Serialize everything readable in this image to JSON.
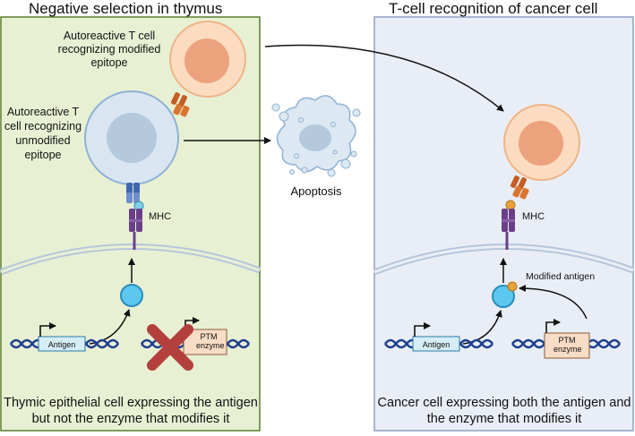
{
  "left_panel": {
    "title": "Negative selection in thymus",
    "cell_modified": "Autoreactive T cell recognizing modified epitope",
    "cell_unmodified": "Autoreactive T cell recognizing unmodified epitope",
    "mhc": "MHC",
    "antigen_box": "Antigen",
    "ptm_box": "PTM enzyme",
    "caption": "Thymic epithelial cell expressing the antigen but not the enzyme that modifies it"
  },
  "middle": {
    "apoptosis": "Apoptosis"
  },
  "right_panel": {
    "title": "T-cell recognition of cancer cell",
    "mhc": "MHC",
    "modified_antigen": "Modified antigen",
    "antigen_box": "Antigen",
    "ptm_box": "PTM enzyme",
    "caption": "Cancer cell expressing both the antigen and the enzyme that modifies it"
  },
  "colors": {
    "left_bg": "#e8f0d4",
    "left_border": "#5a7d2c",
    "right_bg": "#e9eef6",
    "right_border": "#8d9fbf",
    "tcell_orange": "#f7c9a4",
    "tcell_blue": "#c9dbea",
    "mhc_purple": "#6b3f88",
    "dna_blue": "#1f3f8e",
    "cross_red": "#b3403c"
  }
}
